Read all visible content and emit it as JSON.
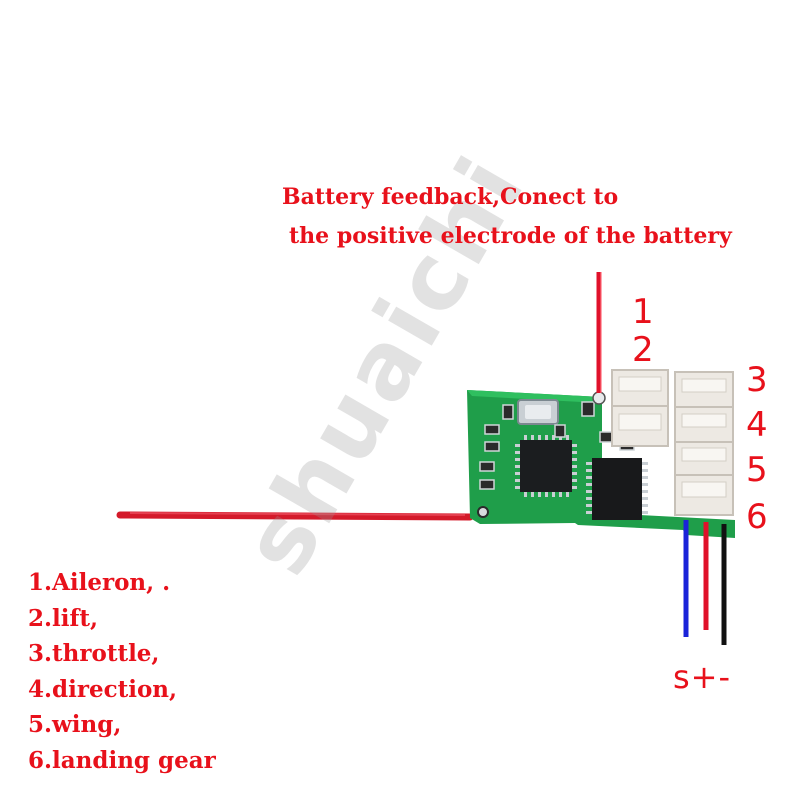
{
  "caption": {
    "line1": "Battery feedback,Conect to",
    "line2": "the positive electrode of the battery"
  },
  "port_numbers": [
    "1",
    "2",
    "3",
    "4",
    "5",
    "6"
  ],
  "legend": [
    "1.Aileron, .",
    "2.lift,",
    "3.throttle,",
    "4.direction,",
    "5.wing,",
    "6.landing gear"
  ],
  "polarity_label": "s+-",
  "watermark": "shuaichi",
  "colors": {
    "label_red": "#e8111b",
    "pcb_green": "#1f9e4a",
    "wire_red": "#e0112a",
    "wire_blue": "#1a23d9",
    "wire_black": "#111111",
    "background": "#ffffff"
  }
}
